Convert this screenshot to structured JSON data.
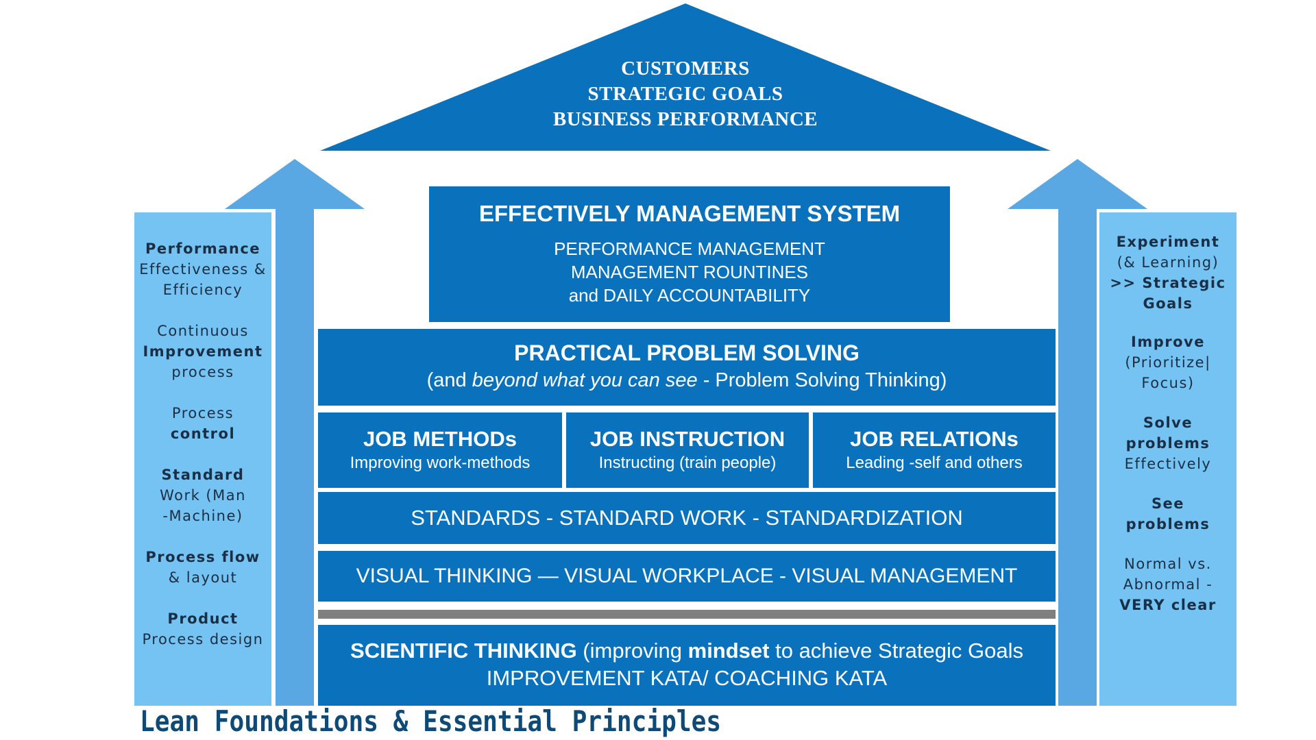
{
  "roof": {
    "line1": "CUSTOMERS",
    "line2": "STRATEGIC GOALS",
    "line3": "BUSINESS PERFORMANCE"
  },
  "management": {
    "title": "EFFECTIVELY MANAGEMENT SYSTEM",
    "line1": "PERFORMANCE MANAGEMENT",
    "line2": "MANAGEMENT ROUNTINES",
    "line3": "and DAILY ACCOUNTABILITY"
  },
  "problem_solving": {
    "title": "PRACTICAL PROBLEM SOLVING",
    "sub_prefix": "(and ",
    "sub_italic": "beyond what you can see",
    "sub_suffix": " - Problem Solving Thinking)"
  },
  "jobs": [
    {
      "title": "JOB METHODs",
      "sub": "Improving work-methods"
    },
    {
      "title": "JOB INSTRUCTION",
      "sub": "Instructing (train people)"
    },
    {
      "title": "JOB RELATIONs",
      "sub": "Leading -self and others"
    }
  ],
  "standards": "STANDARDS - STANDARD WORK - STANDARDIZATION",
  "visual": "VISUAL THINKING — VISUAL WORKPLACE - VISUAL MANAGEMENT",
  "scientific": {
    "bold_a": "SCIENTIFIC THINKING",
    "text_a": " (improving ",
    "bold_b": "mindset",
    "text_b": " to achieve Strategic Goals",
    "line2": "IMPROVEMENT KATA/ COACHING KATA"
  },
  "left_column": {
    "g1_bold": "Performance",
    "g1_l2": "Effectiveness &",
    "g1_l3": "Efficiency",
    "g2_l1": "Continuous",
    "g2_bold": "Improvement",
    "g2_l3": "process",
    "g3_l1": "Process",
    "g3_bold": "control",
    "g4_bold": "Standard",
    "g4_l2": "Work (Man",
    "g4_l3": "-Machine)",
    "g5_bold": "Process flow",
    "g5_l2": "& layout",
    "g6_bold": "Product",
    "g6_l2": "Process design"
  },
  "right_column": {
    "g1_bold": "Experiment",
    "g1_l2": "(& Learning)",
    "g1_l3": ">> Strategic",
    "g1_l4": "Goals",
    "g2_bold": "Improve",
    "g2_l2": "(Prioritize|",
    "g2_l3": "Focus)",
    "g3_l1": "Solve",
    "g3_l2": "problems",
    "g3_l3": "Effectively",
    "g4_l1": "See",
    "g4_l2": "problems",
    "g5_l1": "Normal vs.",
    "g5_l2": "Abnormal -",
    "g5_bold": "VERY clear"
  },
  "footer": "Lean Foundations & Essential Principles",
  "colors": {
    "primary_blue": "#0a72bd",
    "light_column": "#75c3f3",
    "arrow_blue": "#5aa8e3",
    "divider_gray": "#7f7f7f",
    "footer_text": "#0e4a75"
  }
}
